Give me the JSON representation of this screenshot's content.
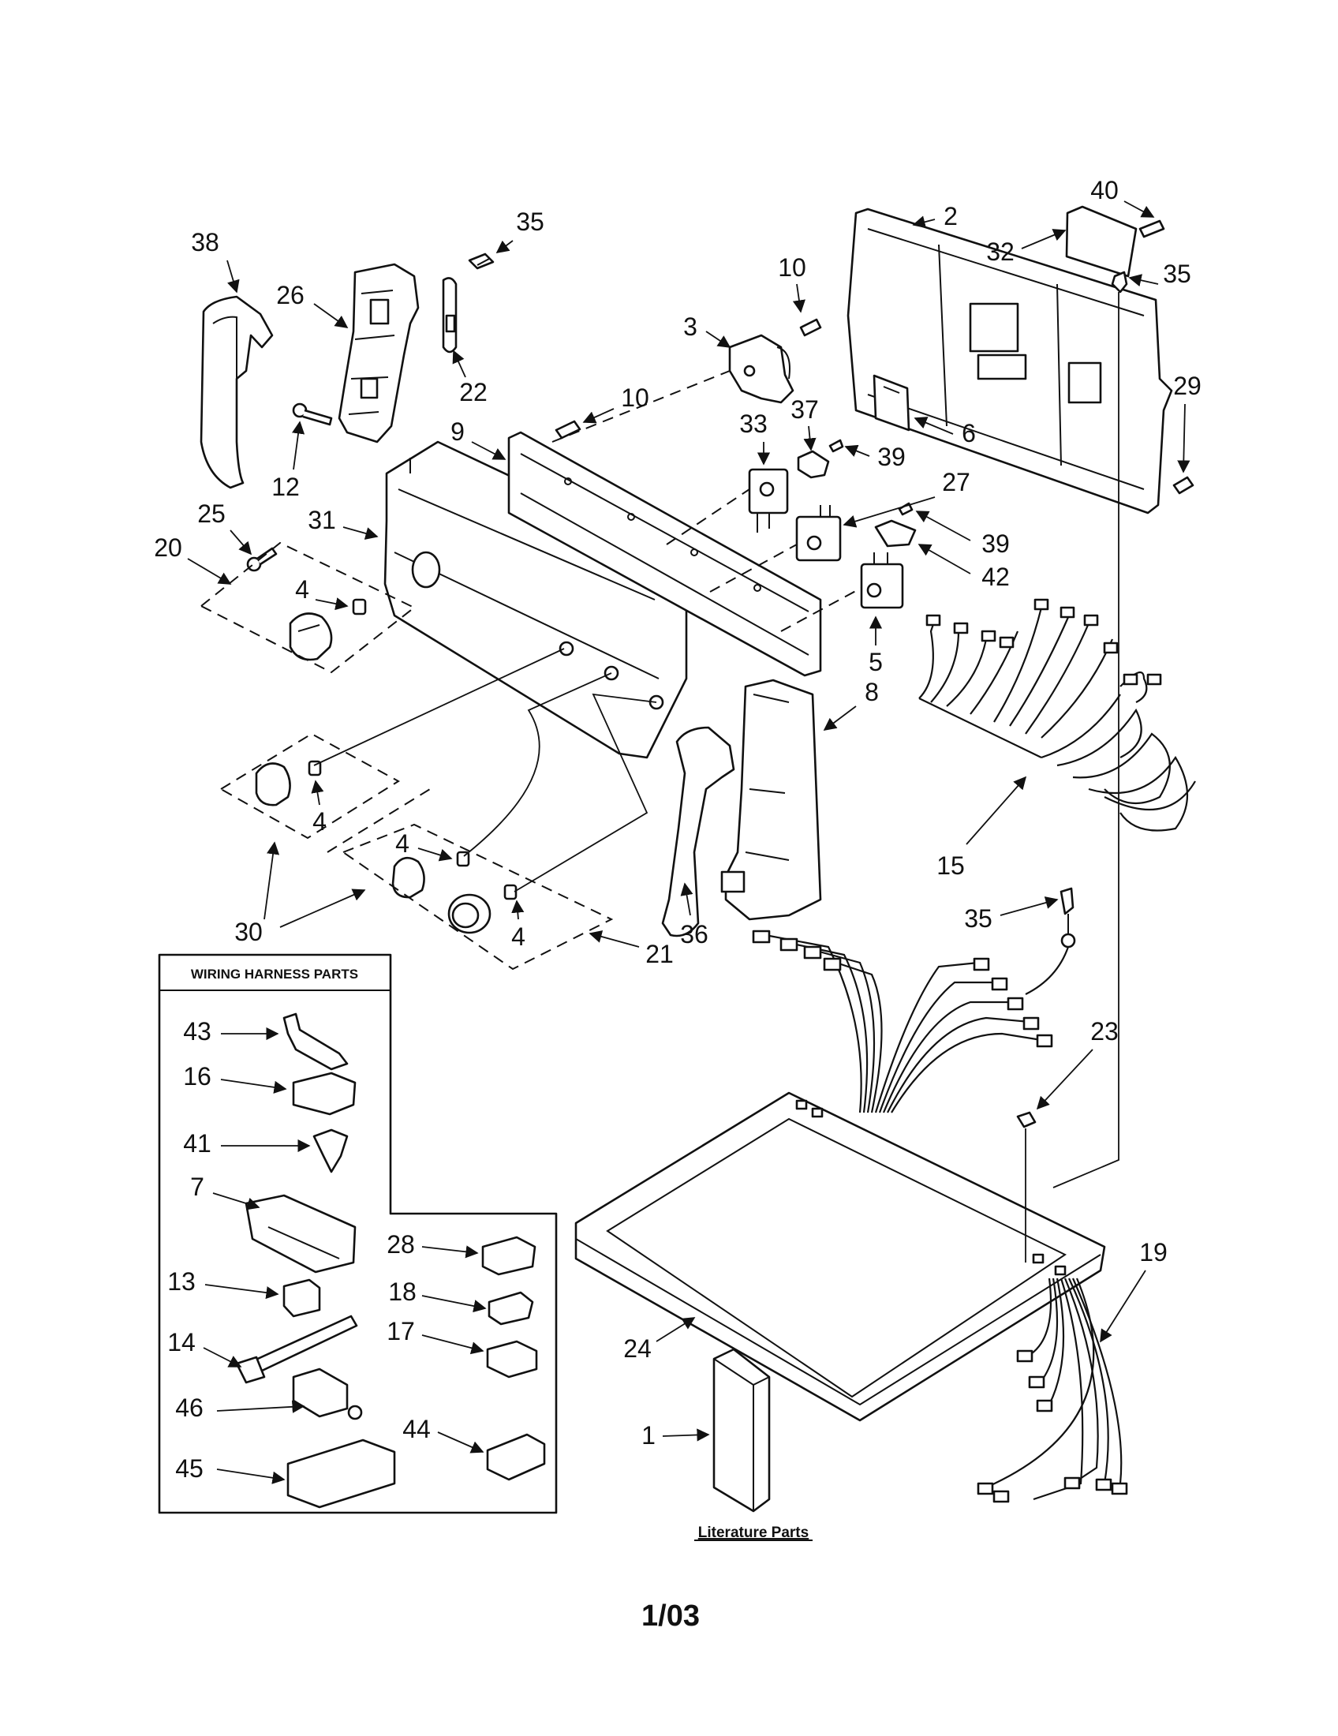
{
  "diagram": {
    "callouts": [
      "38",
      "35",
      "26",
      "22",
      "10",
      "3",
      "12",
      "10",
      "9",
      "33",
      "37",
      "39",
      "27",
      "25",
      "31",
      "20",
      "4",
      "39",
      "42",
      "5",
      "4",
      "4",
      "30",
      "4",
      "21",
      "36",
      "8",
      "15",
      "2",
      "40",
      "32",
      "35",
      "29",
      "6",
      "35",
      "23",
      "19",
      "24",
      "1"
    ],
    "wiring_box": {
      "title": "WIRING HARNESS PARTS",
      "callouts": [
        "43",
        "16",
        "41",
        "7",
        "13",
        "14",
        "46",
        "45",
        "28",
        "18",
        "17",
        "44"
      ]
    },
    "literature_label": "Literature Parts",
    "page_number": "1/03"
  }
}
